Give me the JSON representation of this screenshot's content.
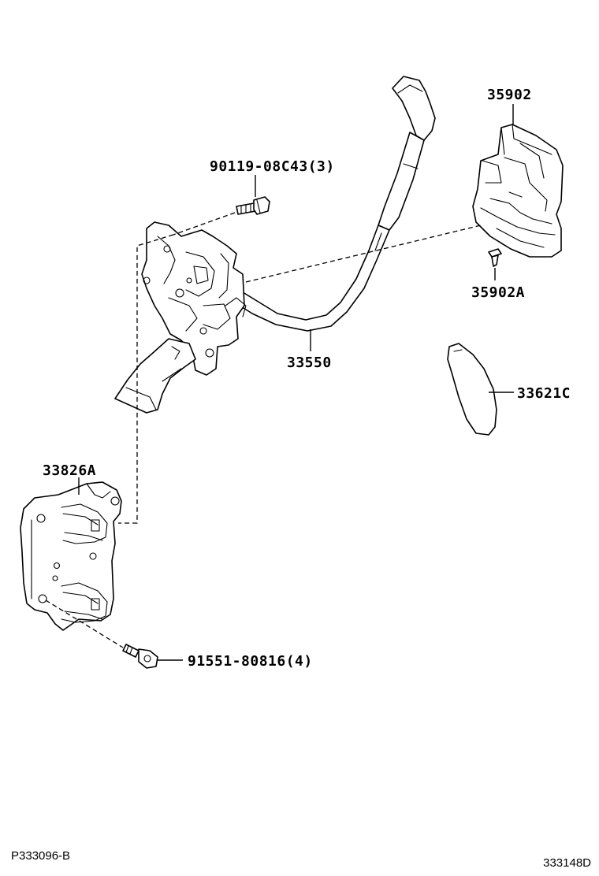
{
  "callouts": {
    "bolt_top": "90119-08C43(3)",
    "cover": "35902",
    "clip": "35902A",
    "lever": "33550",
    "boot": "33621C",
    "bracket": "33826A",
    "bolt_bottom": "91551-80816(4)"
  },
  "footer": {
    "left_code": "P333096-B",
    "right_code": "333148D"
  }
}
